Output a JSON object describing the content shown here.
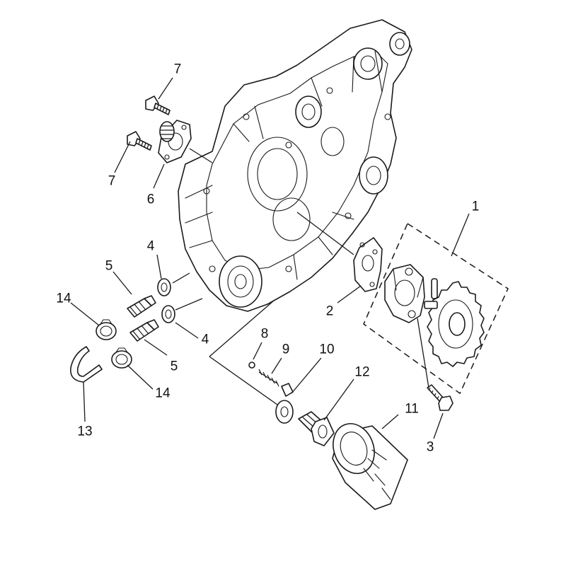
{
  "diagram": {
    "callouts": [
      {
        "id": "c1",
        "label": "1"
      },
      {
        "id": "c2",
        "label": "2"
      },
      {
        "id": "c3",
        "label": "3"
      },
      {
        "id": "c4a",
        "label": "4"
      },
      {
        "id": "c4b",
        "label": "4"
      },
      {
        "id": "c5a",
        "label": "5"
      },
      {
        "id": "c5b",
        "label": "5"
      },
      {
        "id": "c6",
        "label": "6"
      },
      {
        "id": "c7a",
        "label": "7"
      },
      {
        "id": "c7b",
        "label": "7"
      },
      {
        "id": "c8",
        "label": "8"
      },
      {
        "id": "c9",
        "label": "9"
      },
      {
        "id": "c10",
        "label": "10"
      },
      {
        "id": "c11",
        "label": "11"
      },
      {
        "id": "c12",
        "label": "12"
      },
      {
        "id": "c13",
        "label": "13"
      },
      {
        "id": "c14a",
        "label": "14"
      },
      {
        "id": "c14b",
        "label": "14"
      }
    ]
  }
}
